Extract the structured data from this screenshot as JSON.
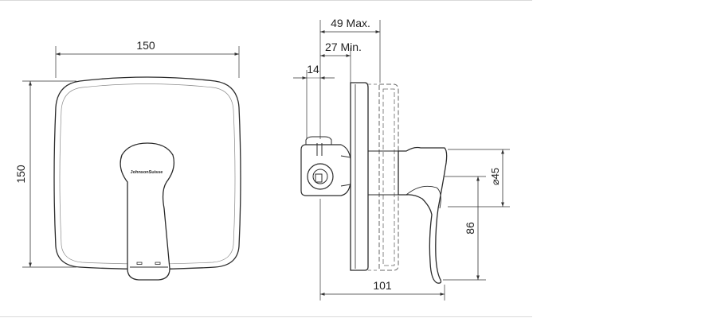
{
  "front_view": {
    "width_dim": "150",
    "height_dim": "150",
    "brand": "JohnsonSuisse"
  },
  "side_view": {
    "dim_49": "49 Max.",
    "dim_27": "27 Min.",
    "dim_14": "14",
    "dim_101": "101",
    "dim_45": "⌀45",
    "dim_86": "86"
  },
  "colors": {
    "line": "#2b2b2b",
    "dimension": "#333333",
    "hidden": "#666666",
    "frame": "#d9d9d9"
  }
}
